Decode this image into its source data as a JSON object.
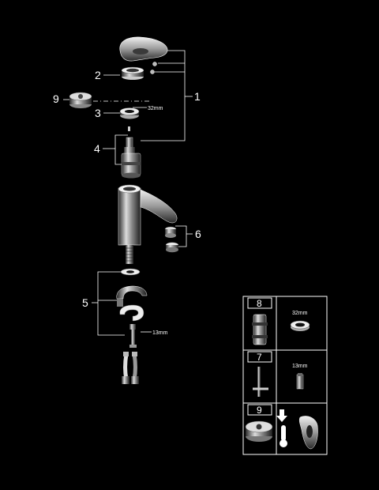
{
  "callouts": {
    "c1": "1",
    "c2": "2",
    "c3": "3",
    "c4": "4",
    "c5": "5",
    "c6": "6",
    "c9": "9"
  },
  "dimensions": {
    "main_32": "32mm",
    "main_13": "13mm"
  },
  "legend": {
    "row8_label": "8",
    "row8_dim": "32mm",
    "row7_label": "7",
    "row7_dim": "13mm",
    "row9_label": "9"
  },
  "colors": {
    "background": "#000000",
    "line": "#ffffff",
    "part_light": "#e6e6e6",
    "part_mid": "#9a9a9a",
    "part_dark": "#3a3a3a"
  }
}
